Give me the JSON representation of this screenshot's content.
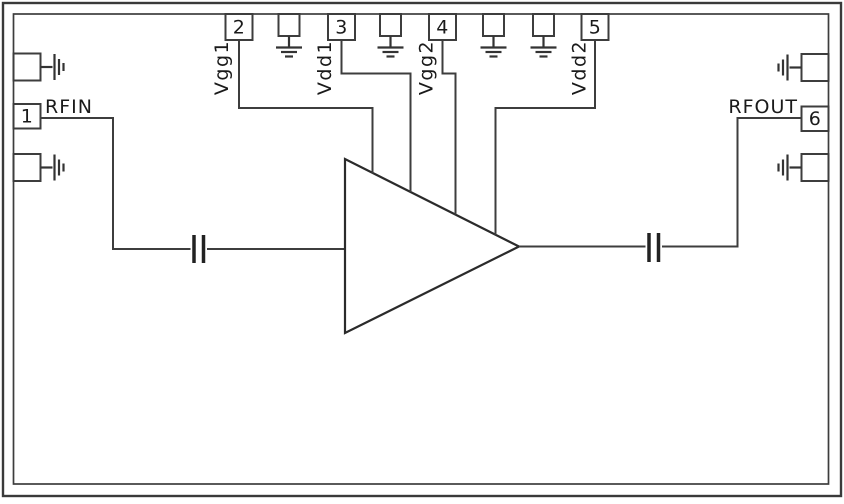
{
  "schematic": {
    "kind": "amplifier-application-circuit",
    "pins": [
      {
        "number": "1",
        "label": "RFIN",
        "side": "left"
      },
      {
        "number": "2",
        "label": "Vgg1",
        "side": "top"
      },
      {
        "number": "3",
        "label": "Vdd1",
        "side": "top"
      },
      {
        "number": "4",
        "label": "Vgg2",
        "side": "top"
      },
      {
        "number": "5",
        "label": "Vdd2",
        "side": "top"
      },
      {
        "number": "6",
        "label": "RFOUT",
        "side": "right"
      }
    ],
    "colors": {
      "line": "#3d3d3d",
      "text": "#1a1a1a",
      "background": "#ffffff"
    }
  }
}
